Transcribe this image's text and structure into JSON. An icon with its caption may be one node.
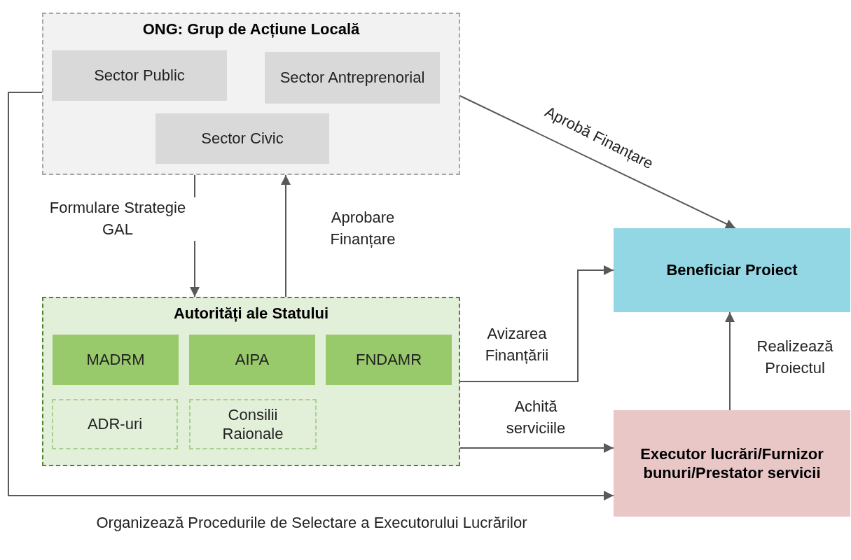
{
  "diagram": {
    "nodes": [
      {
        "text": [
          "ONG: Grup de Acțiune Locală"
        ]
      },
      {
        "text": [
          "Sector Public"
        ],
        "in": 0
      },
      {
        "text": [
          "Sector Antreprenorial"
        ],
        "in": 0
      },
      {
        "text": [
          "Sector Civic"
        ],
        "in": 0
      },
      {
        "text": [
          "Autorități ale Statului"
        ]
      },
      {
        "text": [
          "MADRM"
        ],
        "in": 4
      },
      {
        "text": [
          "AIPA"
        ],
        "in": 4
      },
      {
        "text": [
          "FNDAMR"
        ],
        "in": 4
      },
      {
        "text": [
          "ADR-uri"
        ],
        "in": 4
      },
      {
        "text": [
          "Consilii Raionale"
        ],
        "in": 4
      },
      {
        "text": [
          "Beneficiar Proiect"
        ]
      },
      {
        "text": [
          "Executor lucrări/Furnizor bunuri/Prestator servicii"
        ]
      }
    ],
    "edges": [
      {
        "from": 0,
        "to": 4,
        "arrow": "to",
        "label": "Formulare Strategie GAL"
      },
      {
        "from": 4,
        "to": 0,
        "arrow": "to",
        "label": "Aprobare Finanțare"
      },
      {
        "from": 0,
        "to": 10,
        "arrow": "to",
        "label": "Aprobă Finanțare"
      },
      {
        "from": 4,
        "to": 10,
        "arrow": "to",
        "label": "Avizarea Finanțării"
      },
      {
        "from": 4,
        "to": 11,
        "arrow": "to",
        "label": "Achită serviciile"
      },
      {
        "from": 11,
        "to": 10,
        "arrow": "to",
        "label": "Realizează Proiectul"
      },
      {
        "from": 0,
        "to": 11,
        "arrow": "to",
        "label": "Organizează Procedurile de Selectare a Executorului Lucrărilor"
      }
    ]
  }
}
